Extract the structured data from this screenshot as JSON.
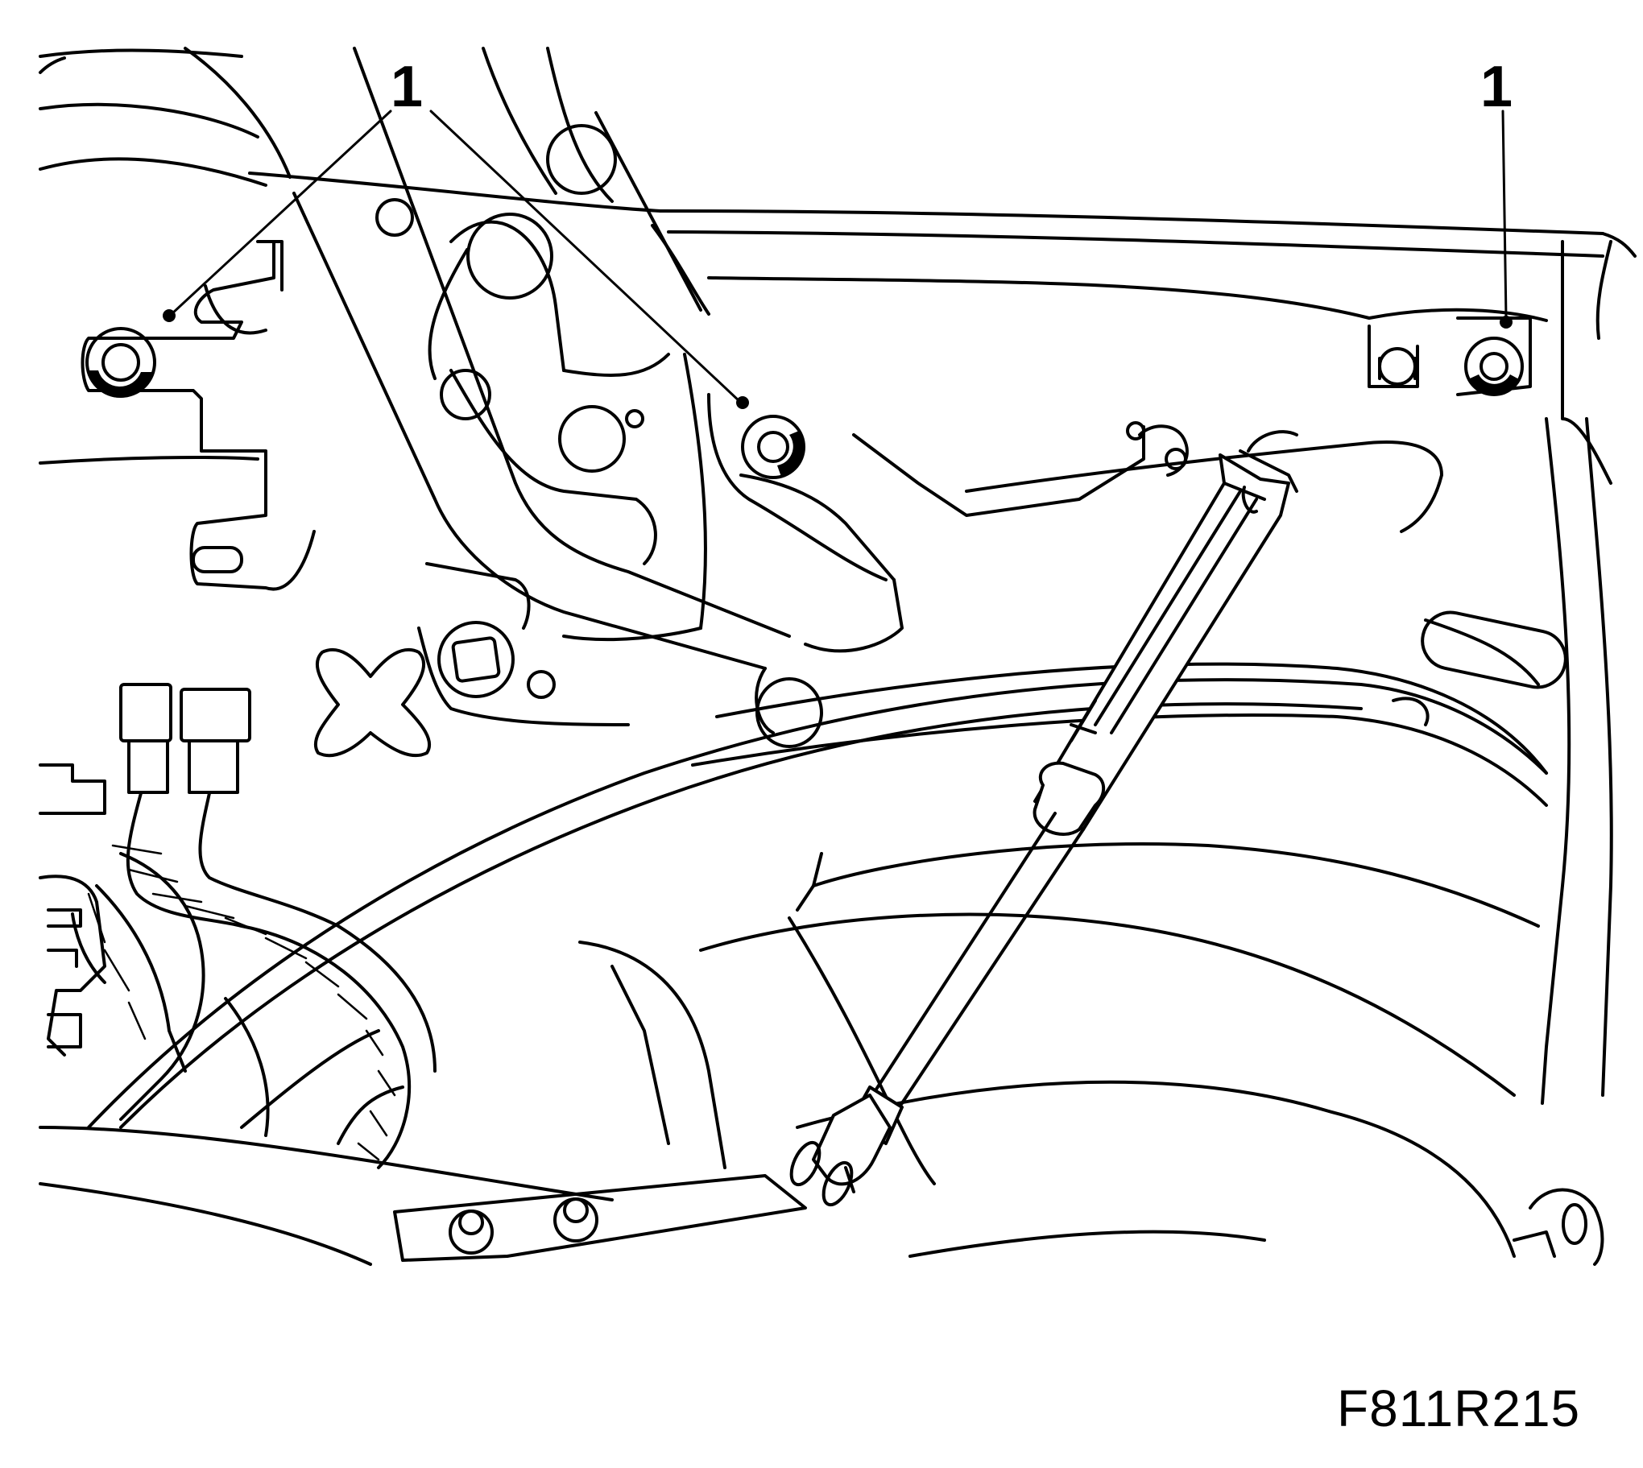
{
  "figure": {
    "code": "F811R215",
    "callouts": [
      {
        "label": "1"
      },
      {
        "label": "1"
      }
    ]
  }
}
